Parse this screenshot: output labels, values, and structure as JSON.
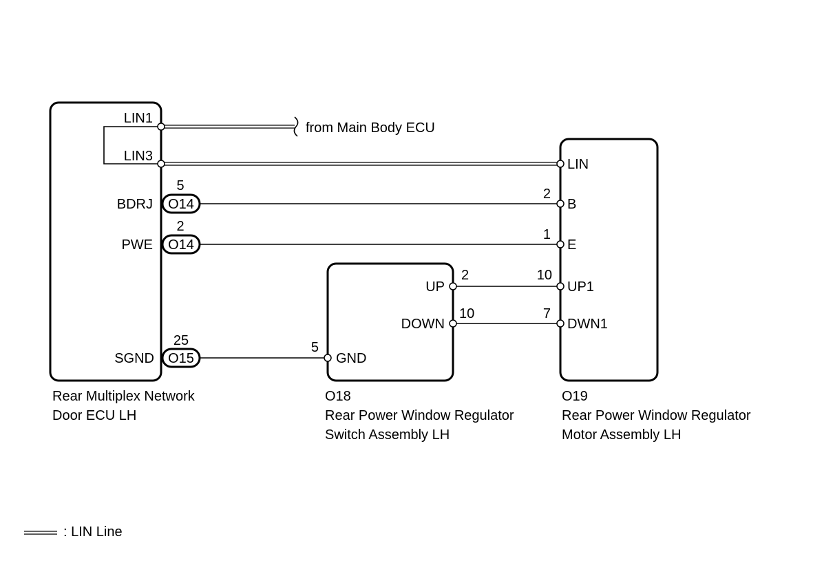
{
  "ecu": {
    "name_line1": "Rear Multiplex Network",
    "name_line2": "Door ECU LH",
    "pins": {
      "lin1": "LIN1",
      "lin3": "LIN3",
      "bdrj": "BDRJ",
      "pwe": "PWE",
      "sgnd": "SGND"
    }
  },
  "switch": {
    "code": "O18",
    "name_line1": "Rear Power Window Regulator",
    "name_line2": "Switch Assembly LH",
    "pins": {
      "up": "UP",
      "down": "DOWN",
      "gnd": "GND"
    }
  },
  "motor": {
    "code": "O19",
    "name_line1": "Rear Power Window Regulator",
    "name_line2": "Motor Assembly LH",
    "pins": {
      "lin": "LIN",
      "b": "B",
      "e": "E",
      "up1": "UP1",
      "dwn1": "DWN1"
    }
  },
  "external": {
    "from_label": "from Main Body ECU"
  },
  "connectors": {
    "bdrj": {
      "code": "O14",
      "pin": "5"
    },
    "pwe": {
      "code": "O14",
      "pin": "2"
    },
    "sgnd": {
      "code": "O15",
      "pin": "25"
    }
  },
  "pin_numbers": {
    "motor_b": "2",
    "motor_e": "1",
    "switch_up": "2",
    "motor_up1": "10",
    "switch_down": "10",
    "motor_dwn1": "7",
    "switch_gnd": "5"
  },
  "legend": {
    "text": ": LIN Line"
  }
}
